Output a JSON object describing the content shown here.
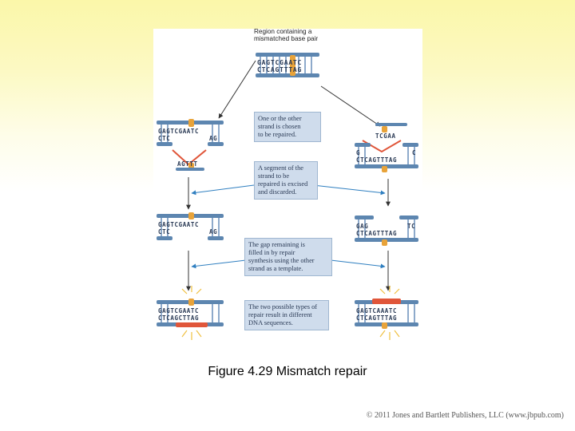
{
  "figure": {
    "region_label": [
      "Region containing a",
      "mismatched base pair"
    ],
    "notes": [
      [
        "One or the other",
        "strand is chosen",
        "to be repaired."
      ],
      [
        "A segment of the",
        "strand to be",
        "repaired is excised",
        "and discarded."
      ],
      [
        "The gap remaining is",
        "filled in by repair",
        "synthesis using the other",
        "strand as a template."
      ],
      [
        "The two possible types of",
        "repair result in different",
        "DNA sequences."
      ]
    ],
    "top_dna": {
      "top": "GAGTCGAATC",
      "bottom": "CTCAGTTTAG"
    },
    "left_step1": {
      "top": "GAGTCGAATC",
      "bottom_left": "CTC",
      "bottom_right": "AG",
      "excised": "AGTTT"
    },
    "right_step1": {
      "top_left": "G",
      "top_right": "C",
      "excised": "TCGAA",
      "bottom": "CTCAGTTTAG"
    },
    "left_step2": {
      "top": "GAGTCGAATC",
      "bottom_left": "CTC",
      "bottom_right": "AG"
    },
    "right_step2": {
      "top_left": "GAG",
      "top_right": "TC",
      "bottom": "CTCAGTTTAG"
    },
    "left_result": {
      "top": "GAGTCGAATC",
      "bottom": "CTCAGCTTAG"
    },
    "right_result": {
      "top": "GAGTCAAATC",
      "bottom": "CTCAGTTTAG"
    },
    "colors": {
      "strand": "#5d86b0",
      "accent": "#e8a33a",
      "repair": "#e0563a",
      "arrow": "#2f7fc0",
      "note_bg": "#cfdcec"
    }
  },
  "caption": "Figure 4.29 Mismatch repair",
  "copyright": "© 2011 Jones and Bartlett Publishers, LLC (www.jbpub.com)"
}
